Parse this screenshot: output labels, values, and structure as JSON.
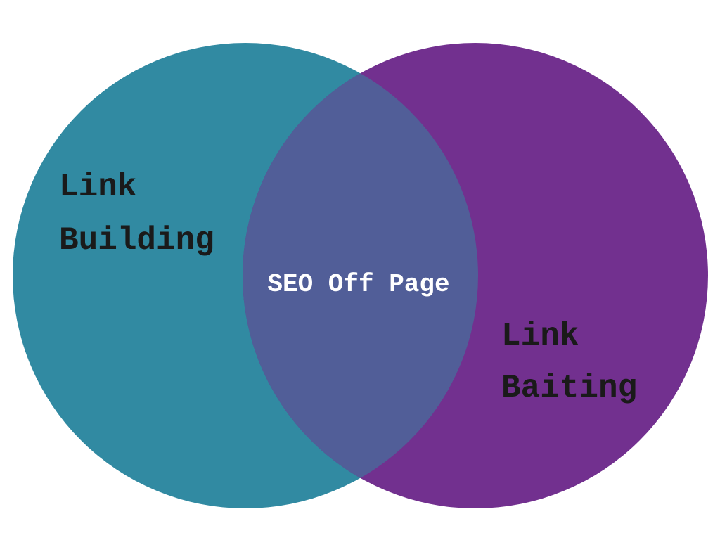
{
  "diagram": {
    "type": "venn",
    "sets": [
      {
        "label_line1": "Link",
        "label_line2": "Building",
        "color": "#318aa2"
      },
      {
        "label_line1": "Link",
        "label_line2": "Baiting",
        "color": "#72308f"
      }
    ],
    "intersection": {
      "label": "SEO Off Page",
      "color": "#515e98"
    },
    "text_color_dark": "#1a1a1a",
    "text_color_light": "#ffffff"
  }
}
